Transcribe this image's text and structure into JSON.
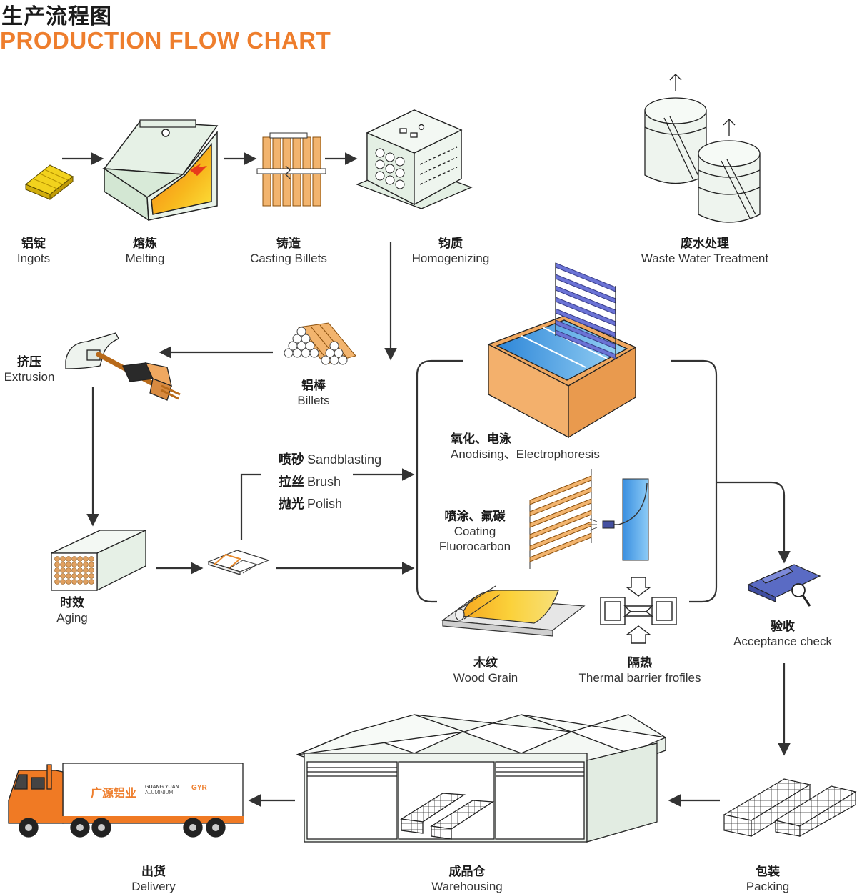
{
  "header": {
    "title_cn": "生产流程图",
    "title_en": "PRODUCTION FLOW CHART"
  },
  "steps": {
    "ingots": {
      "cn": "铝锭",
      "en": "Ingots"
    },
    "melting": {
      "cn": "熔炼",
      "en": "Melting"
    },
    "casting": {
      "cn": "铸造",
      "en": "Casting Billets"
    },
    "homogenizing": {
      "cn": "钧质",
      "en": "Homogenizing"
    },
    "waste_water": {
      "cn": "废水处理",
      "en": "Waste Water Treatment"
    },
    "extrusion": {
      "cn": "挤压",
      "en": "Extrusion"
    },
    "billets": {
      "cn": "铝棒",
      "en": "Billets"
    },
    "anodising": {
      "cn": "氧化、电泳",
      "en": "Anodising、Electrophoresis"
    },
    "sandblasting": {
      "cn": "喷砂",
      "en": "Sandblasting"
    },
    "brush": {
      "cn": "拉丝",
      "en": "Brush"
    },
    "polish": {
      "cn": "抛光",
      "en": "Polish"
    },
    "coating": {
      "cn": "喷涂、氟碳",
      "en1": "Coating",
      "en2": "Fluorocarbon"
    },
    "aging": {
      "cn": "时效",
      "en": "Aging"
    },
    "acceptance": {
      "cn": "验收",
      "en": "Acceptance check"
    },
    "wood_grain": {
      "cn": "木纹",
      "en": "Wood Grain"
    },
    "thermal": {
      "cn": "隔热",
      "en": "Thermal barrier frofiles"
    },
    "delivery": {
      "cn": "出货",
      "en": "Delivery"
    },
    "warehousing": {
      "cn": "成品仓",
      "en": "Warehousing"
    },
    "packing": {
      "cn": "包装",
      "en": "Packing"
    }
  },
  "truck": {
    "brand_cn": "广源铝业",
    "brand_en1": "GUANG YUAN",
    "brand_en2": "ALUMINIUM",
    "logo": "GYR"
  },
  "colors": {
    "accent": "#ee7e2d",
    "title": "#1a1a1a",
    "arrow": "#333333",
    "blue": "#5a6bc4",
    "orange": "#f0a860",
    "gold": "#f5c518"
  },
  "icons": [
    "ingot-icon",
    "furnace-icon",
    "casting-billets-icon",
    "homogenizing-oven-icon",
    "water-tank-icon",
    "extrusion-press-icon",
    "billet-stack-icon",
    "anodising-tank-icon",
    "profile-icon",
    "coating-line-icon",
    "aging-oven-icon",
    "inspection-profile-icon",
    "wood-grain-roll-icon",
    "thermal-profile-icon",
    "truck-icon",
    "warehouse-icon",
    "package-icon"
  ]
}
